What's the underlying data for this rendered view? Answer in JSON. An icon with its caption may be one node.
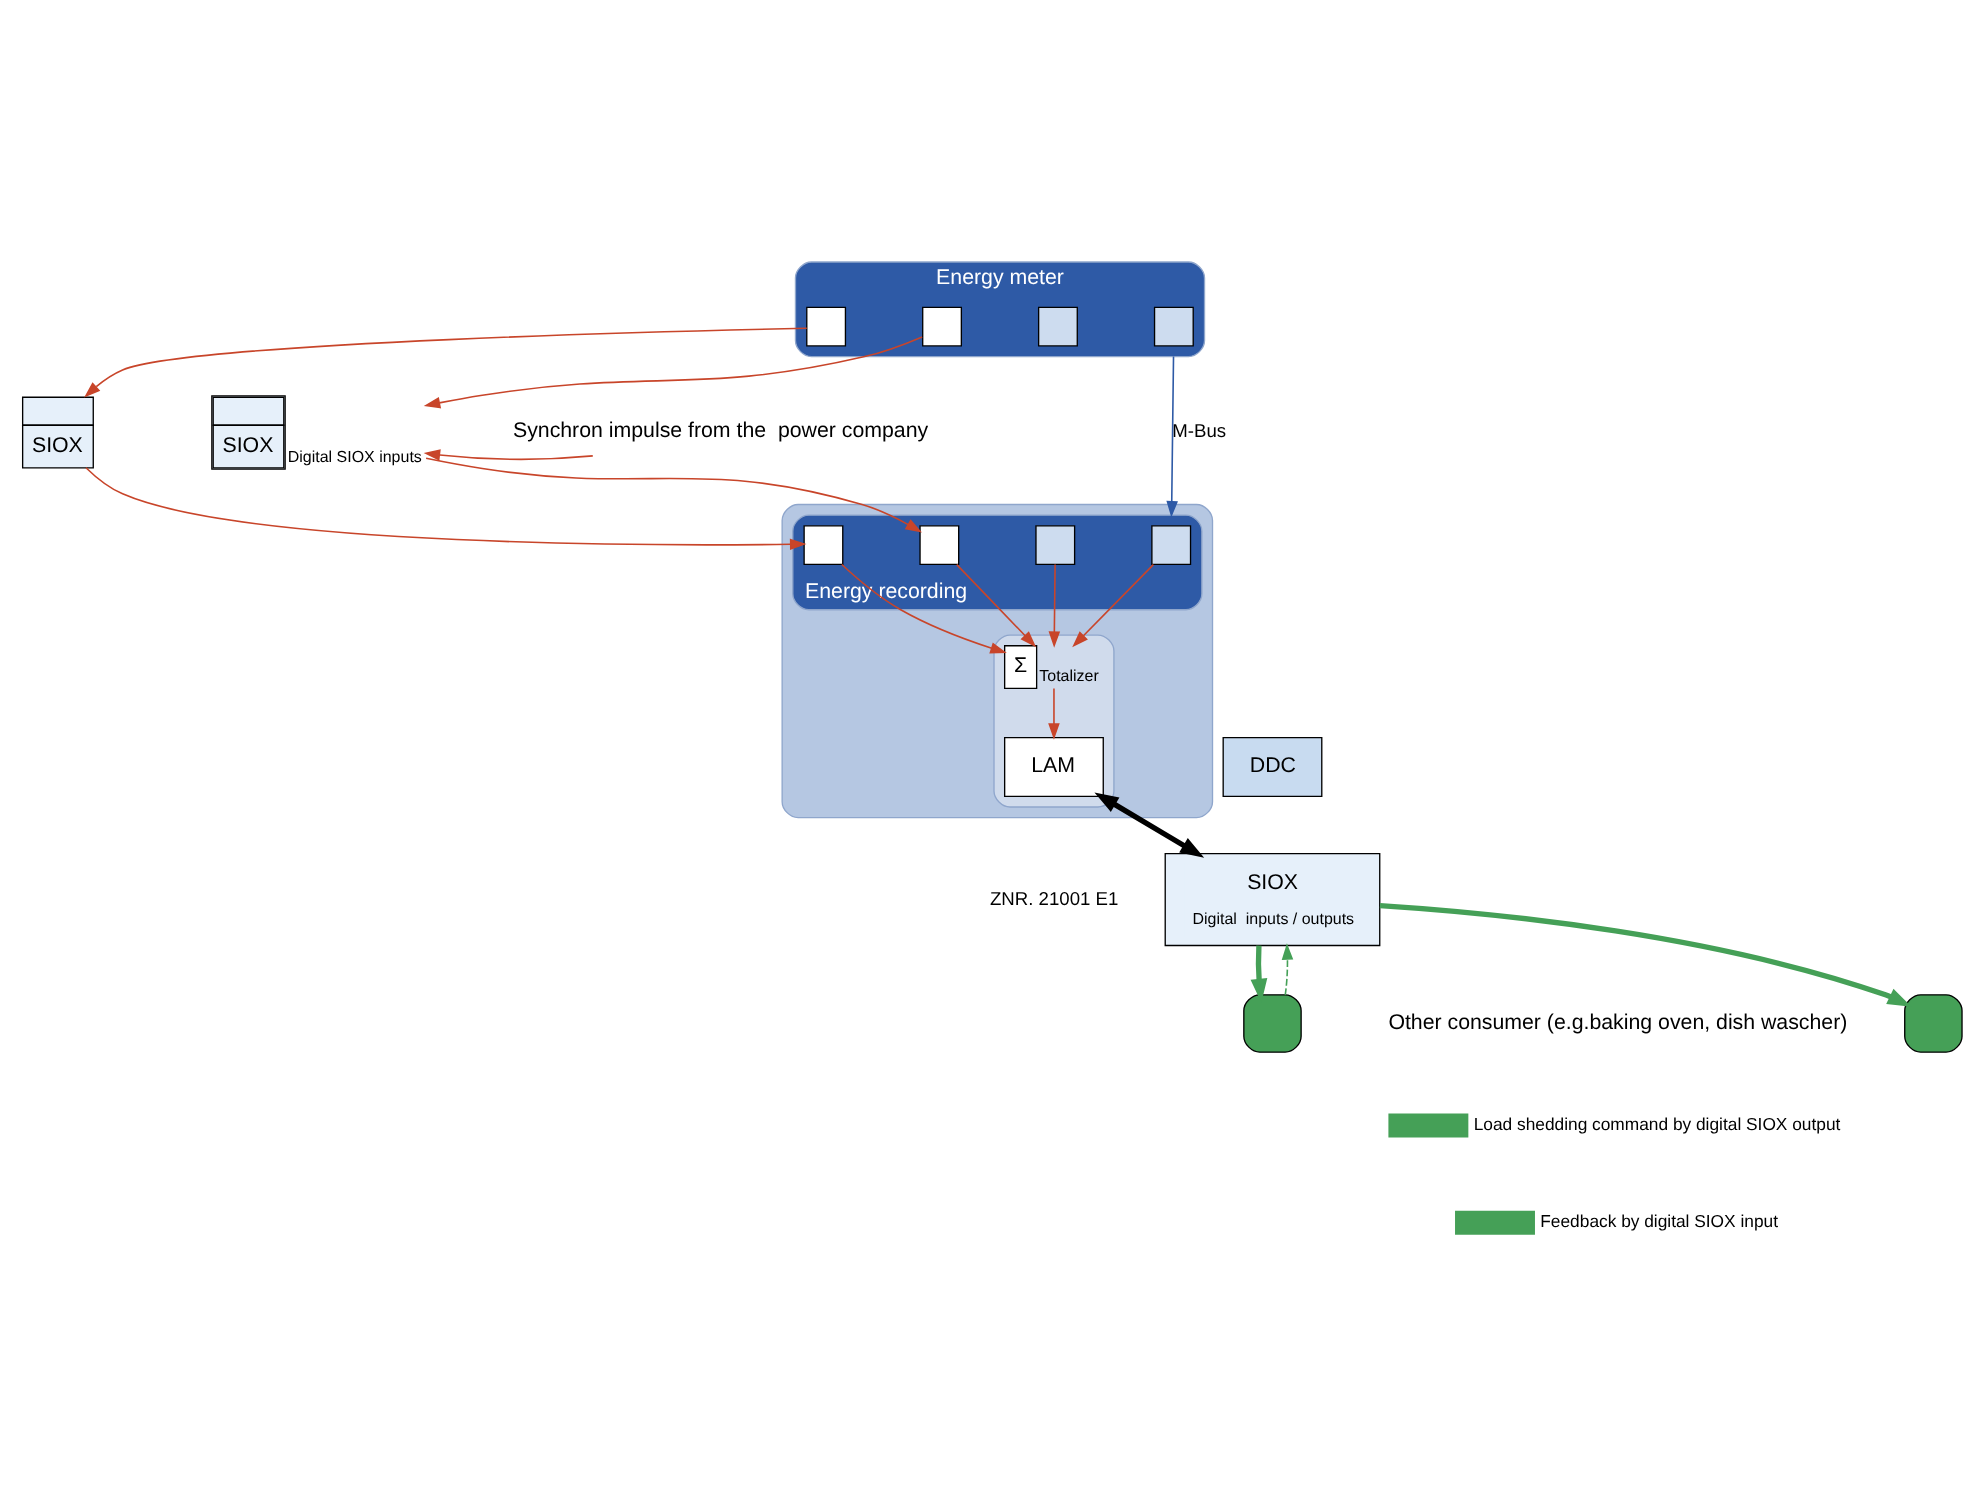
{
  "diagram": {
    "nodes": [
      {
        "text": [
          "Energy meter"
        ]
      },
      {
        "text": [],
        "shape": "box",
        "in": 0
      },
      {
        "text": [],
        "shape": "box",
        "in": 0
      },
      {
        "text": [],
        "shape": "box",
        "in": 0
      },
      {
        "text": [],
        "shape": "box",
        "in": 0
      },
      {
        "text": [
          "SIOX"
        ]
      },
      {
        "text": [
          "SIOX"
        ],
        "beside": [
          "Digital SIOX inputs"
        ]
      },
      {
        "text": [
          "Synchron impulse from the  power company"
        ]
      },
      {
        "text": [],
        "shape": "box"
      },
      {
        "text": [
          "Energy recording"
        ],
        "in": 8
      },
      {
        "text": [],
        "shape": "box",
        "in": 9
      },
      {
        "text": [],
        "shape": "box",
        "in": 9
      },
      {
        "text": [],
        "shape": "box",
        "in": 9
      },
      {
        "text": [],
        "shape": "box",
        "in": 9
      },
      {
        "text": [],
        "shape": "box",
        "in": 8
      },
      {
        "text": [
          "Σ"
        ],
        "beside": [
          "Totalizer"
        ],
        "in": 14
      },
      {
        "text": [
          "LAM"
        ],
        "in": 14
      },
      {
        "text": [
          "DDC"
        ]
      },
      {
        "text": [
          "SIOX",
          "Digital  inputs / outputs"
        ]
      },
      {
        "text": [],
        "shape": "box"
      },
      {
        "text": [],
        "shape": "box"
      }
    ],
    "edges": [
      {
        "from": 1,
        "to": 5,
        "arrow": "to"
      },
      {
        "from": 2,
        "to": 6,
        "arrow": "to"
      },
      {
        "from": 7,
        "to": 6,
        "arrow": "to"
      },
      {
        "from": 0,
        "to": 9,
        "arrow": "to",
        "label": "M-Bus",
        "color": "#2e5aa6"
      },
      {
        "from": 5,
        "to": 10,
        "arrow": "to"
      },
      {
        "from": 6,
        "to": 11,
        "arrow": "to"
      },
      {
        "from": 10,
        "to": 15,
        "arrow": "to"
      },
      {
        "from": 11,
        "to": 15,
        "arrow": "to"
      },
      {
        "from": 12,
        "to": 15,
        "arrow": "to"
      },
      {
        "from": 13,
        "to": 15,
        "arrow": "to"
      },
      {
        "from": 15,
        "to": 16,
        "arrow": "to"
      },
      {
        "from": 16,
        "to": 18,
        "arrow": "both",
        "style": "thick",
        "color": "#000000"
      },
      {
        "from": 18,
        "to": 19,
        "arrow": "to",
        "style": "thick",
        "color": "#45a057"
      },
      {
        "from": 19,
        "to": 18,
        "arrow": "to",
        "style": "dashed",
        "color": "#45a057"
      },
      {
        "from": 18,
        "to": 20,
        "arrow": "to",
        "style": "thick",
        "color": "#45a057"
      }
    ],
    "labels": [
      "ZNR. 21001 E1",
      "Other consumer (e.g.baking oven, dish wascher)"
    ],
    "legend": [
      {
        "text": "Load shedding command by digital SIOX output"
      },
      {
        "text": "Feedback by digital SIOX input"
      }
    ]
  }
}
